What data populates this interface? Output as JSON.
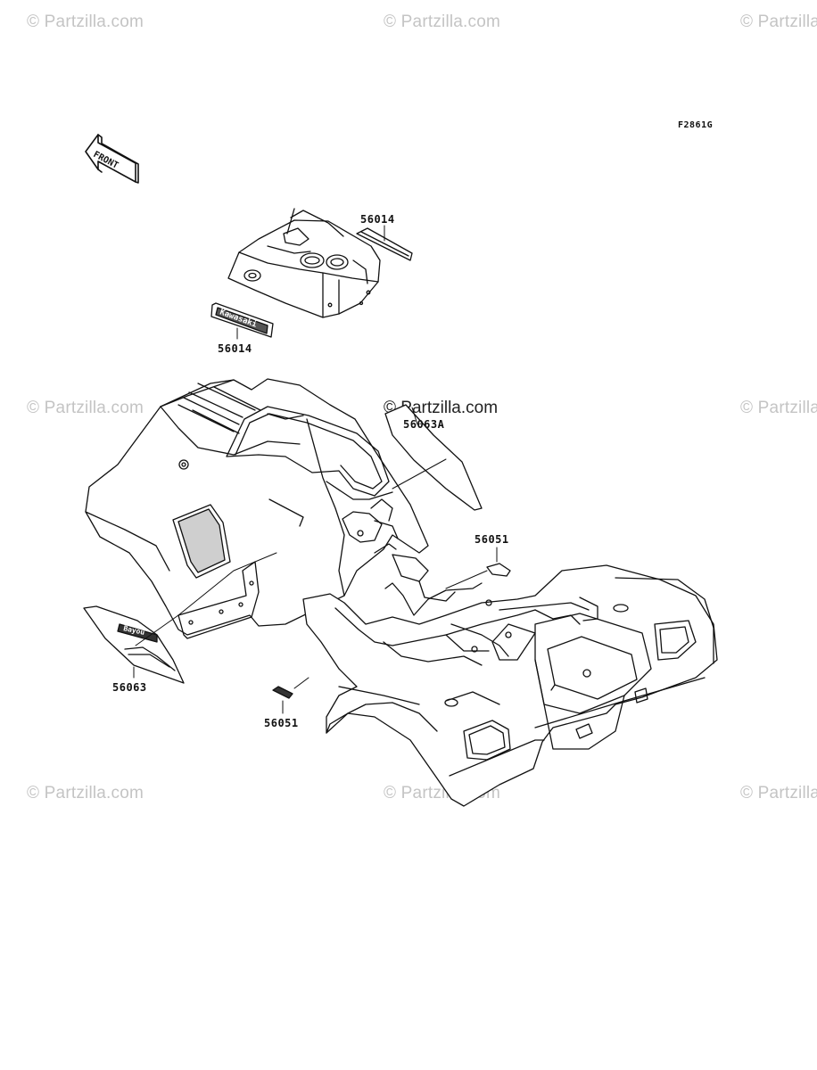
{
  "figure_code": "F2861G",
  "watermark": "© Partzilla.com",
  "watermark_center": "© Partzilla.com",
  "front_label": "FRONT",
  "decal_texts": {
    "kawasaki": "Kawasaki",
    "bayou": "Bayou"
  },
  "part_labels": [
    {
      "id": "56014_top",
      "number": "56014"
    },
    {
      "id": "56014_bottom",
      "number": "56014"
    },
    {
      "id": "56063A",
      "number": "56063A"
    },
    {
      "id": "56051_right",
      "number": "56051"
    },
    {
      "id": "56063",
      "number": "56063"
    },
    {
      "id": "56051_bottom",
      "number": "56051"
    }
  ]
}
